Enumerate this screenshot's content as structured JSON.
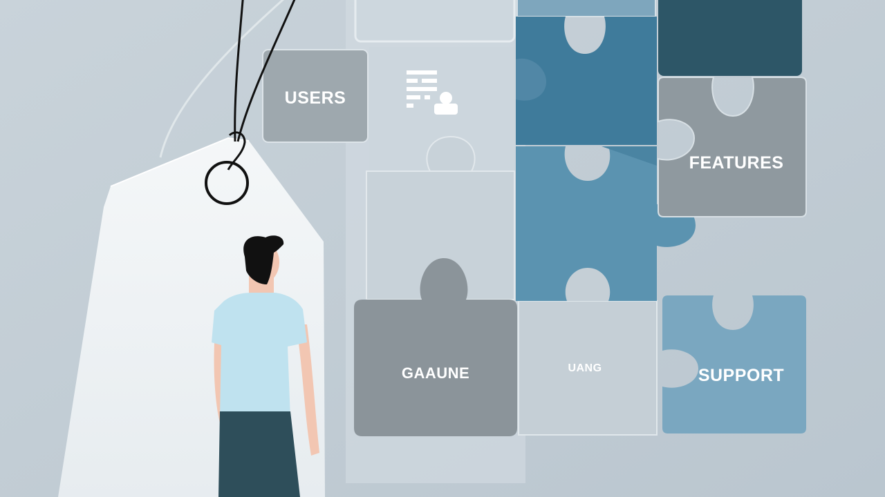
{
  "puzzle": {
    "users_label": "USERS",
    "features_label": "FEATURES",
    "gaaune_label": "GAAUNE",
    "uang_label": "UANG",
    "support_label": "SUPPORT"
  },
  "colors": {
    "background": "#c3ced6",
    "piece_light": "#cfd9e0",
    "piece_gray": "#8d969c",
    "piece_blue": "#3f7b9b",
    "piece_blue_mid": "#5b93b0",
    "piece_blue_light": "#7ba9c2",
    "piece_dark": "#2d5667",
    "tag_white": "#f3f6f8",
    "shirt": "#bfe2ef",
    "pants": "#2e4e5a",
    "hair": "#111111",
    "skin": "#f4c9b6"
  }
}
